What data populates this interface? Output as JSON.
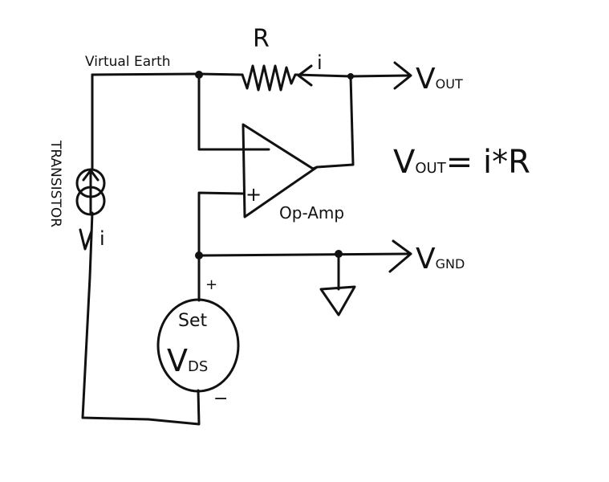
{
  "labels": {
    "virtual_earth": "Virtual Earth",
    "resistor": "R",
    "current_top": "i",
    "vout": "V",
    "vout_sub": "OUT",
    "opamp_minus": "−",
    "opamp_plus": "+",
    "opamp": "Op-Amp",
    "transistor": "TRANSISTOR",
    "current_left": "i",
    "vgnd": "V",
    "vgnd_sub": "GND",
    "source_plus": "+",
    "source_minus": "−",
    "source_set": "Set",
    "source_v": "V",
    "source_sub": "DS",
    "equation_v": "V",
    "equation_sub": "OUT",
    "equation_rest": "= i*R"
  },
  "colors": {
    "ink": "#111111",
    "background": "#ffffff"
  }
}
